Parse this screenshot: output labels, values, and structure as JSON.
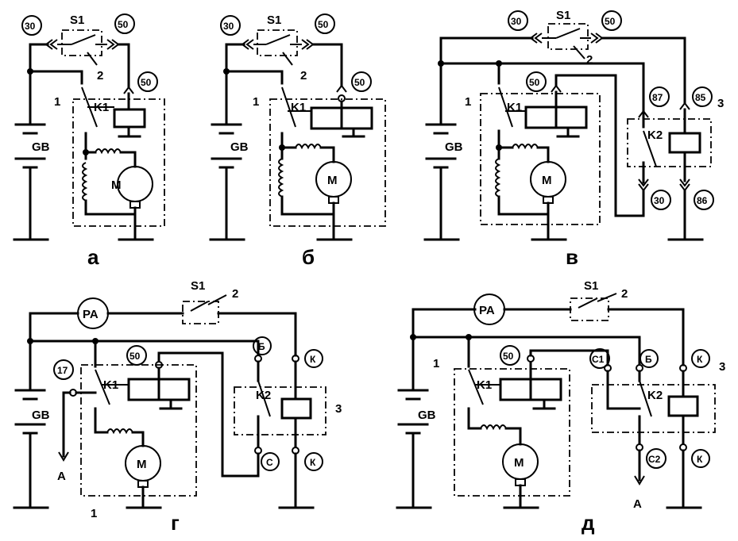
{
  "labels": {
    "s1": "S1",
    "k1": "K1",
    "k2": "K2",
    "gb": "GB",
    "m": "M",
    "pa": "PA",
    "a": "A",
    "n1": "1",
    "n2": "2",
    "n3": "3"
  },
  "terminals": {
    "t30": "30",
    "t50": "50",
    "t87": "87",
    "t85": "85",
    "t86": "86",
    "t17": "17",
    "tb": "Б",
    "tk": "К",
    "tc": "С",
    "tc1": "С1",
    "tc2": "С2"
  },
  "captions": {
    "a": "а",
    "b": "б",
    "v": "в",
    "g": "г",
    "d": "д"
  }
}
